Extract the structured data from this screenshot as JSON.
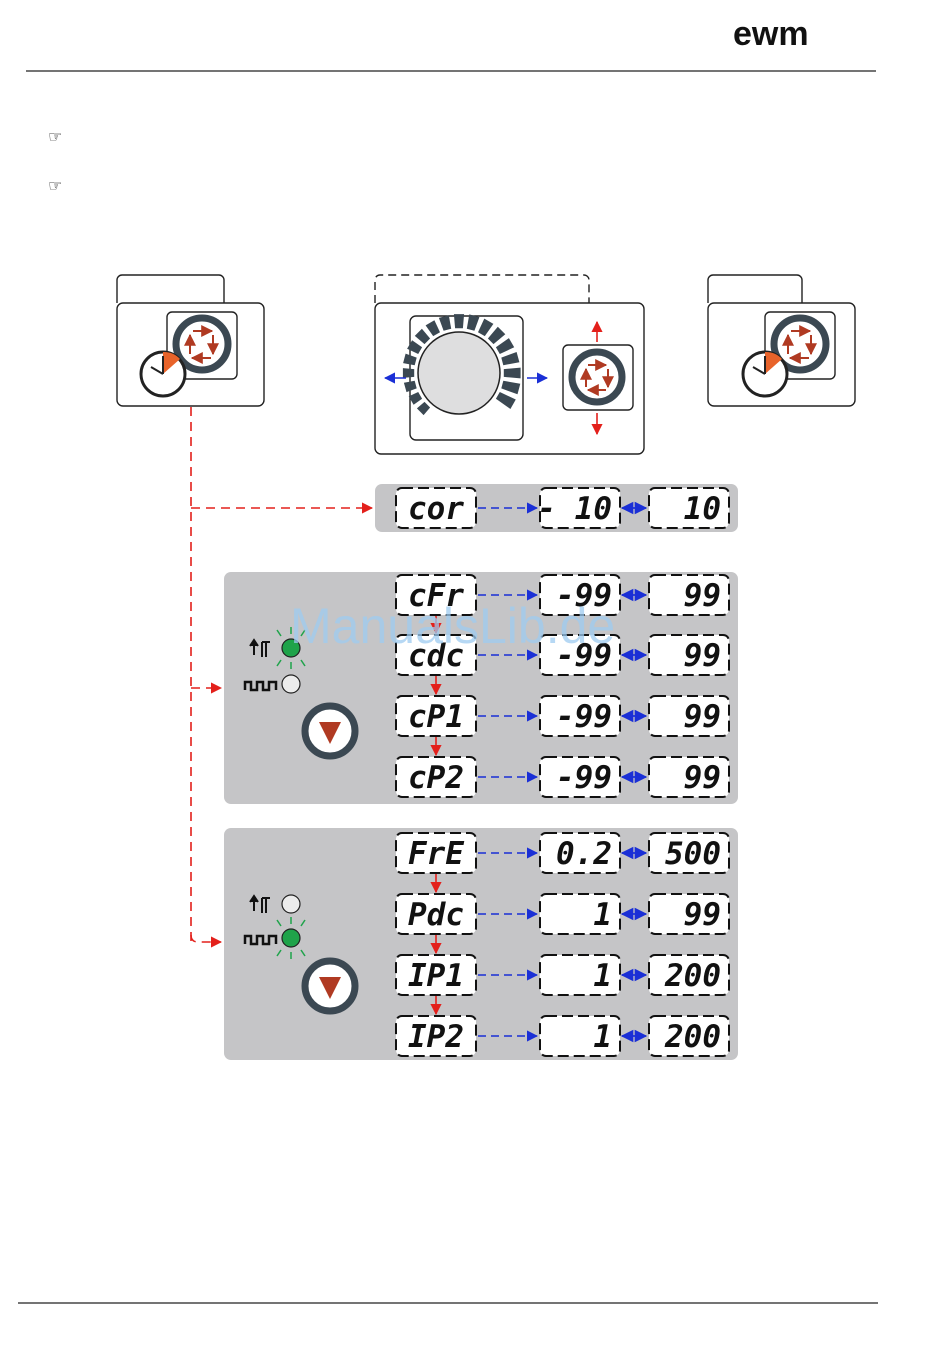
{
  "header": {
    "logo_text": "ewm"
  },
  "notes": {
    "hand_icon": "pointing-hand-icon",
    "hand_glyph": "☞"
  },
  "watermark": "ManualsLib.de",
  "colors": {
    "flow_red": "#e3201b",
    "flow_blue": "#1a2fd6",
    "panel_gray": "#c5c5c7",
    "led_green": "#1fa34a",
    "button_dark": "#3b4852",
    "arrow_brown": "#b03a22"
  },
  "correction": {
    "code": "cor",
    "min": "- 10",
    "max": "10"
  },
  "dc_group": {
    "rows": [
      {
        "code": "cFr",
        "min": "-99",
        "max": "99"
      },
      {
        "code": "cdc",
        "min": "-99",
        "max": "99"
      },
      {
        "code": "cP1",
        "min": "-99",
        "max": "99"
      },
      {
        "code": "cP2",
        "min": "-99",
        "max": "99"
      }
    ]
  },
  "pulse_group": {
    "rows": [
      {
        "code": "FrE",
        "min": "0.2",
        "max": "500"
      },
      {
        "code": "Pdc",
        "min": "1",
        "max": "99"
      },
      {
        "code": "IP1",
        "min": "1",
        "max": "200"
      },
      {
        "code": "IP2",
        "min": "1",
        "max": "200"
      }
    ]
  }
}
